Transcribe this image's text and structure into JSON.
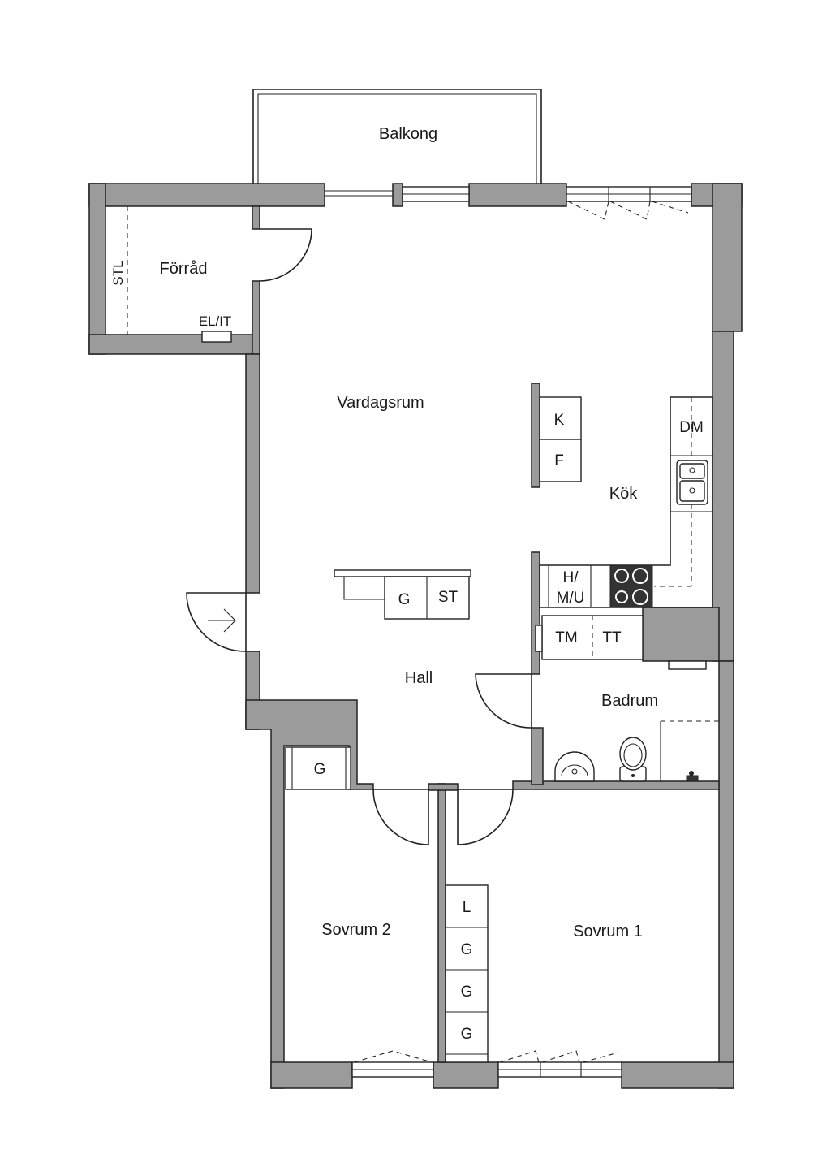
{
  "rooms": {
    "balkong": "Balkong",
    "forrad": "Förråd",
    "vardagsrum": "Vardagsrum",
    "kok": "Kök",
    "hall": "Hall",
    "badrum": "Badrum",
    "sovrum1": "Sovrum 1",
    "sovrum2": "Sovrum 2"
  },
  "fixtures": {
    "stl": "STL",
    "el_it": "EL/IT",
    "k": "K",
    "f": "F",
    "dm": "DM",
    "h": "H/",
    "mu": "M/U",
    "g_hall": "G",
    "st": "ST",
    "tm": "TM",
    "tt": "TT",
    "g_sov2": "G",
    "l": "L",
    "g1": "G",
    "g2": "G",
    "g3": "G"
  }
}
